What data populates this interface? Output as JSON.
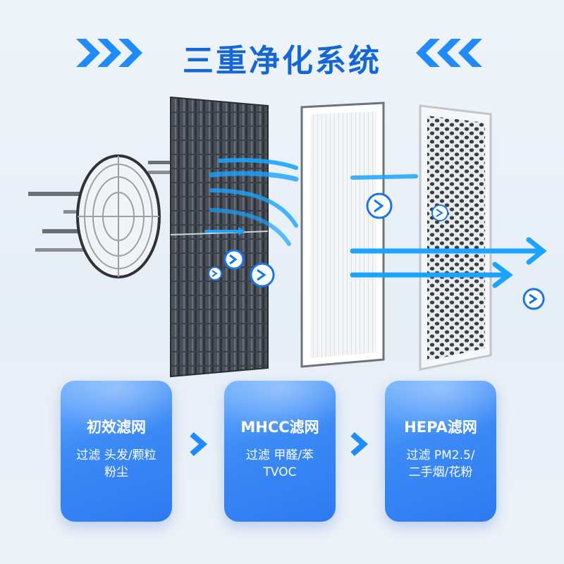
{
  "header": {
    "title": "三重净化系统"
  },
  "cards": [
    {
      "title": "初效滤网",
      "desc_line1": "过滤 头发/颗粒",
      "desc_line2": "粉尘"
    },
    {
      "title": "MHCC滤网",
      "desc_line1": "过滤 甲醛/苯",
      "desc_line2": "TVOC"
    },
    {
      "title": "HEPA滤网",
      "desc_line1": "过滤 PM2.5/",
      "desc_line2": "二手烟/花粉"
    }
  ],
  "colors": {
    "accent": "#1667d6",
    "card": "#3c8bf6",
    "flow": "#1aa3ff"
  },
  "icons": [
    "chevron-right-icon",
    "chevron-left-icon",
    "arrow-circle-icon",
    "flow-arrow-icon"
  ]
}
